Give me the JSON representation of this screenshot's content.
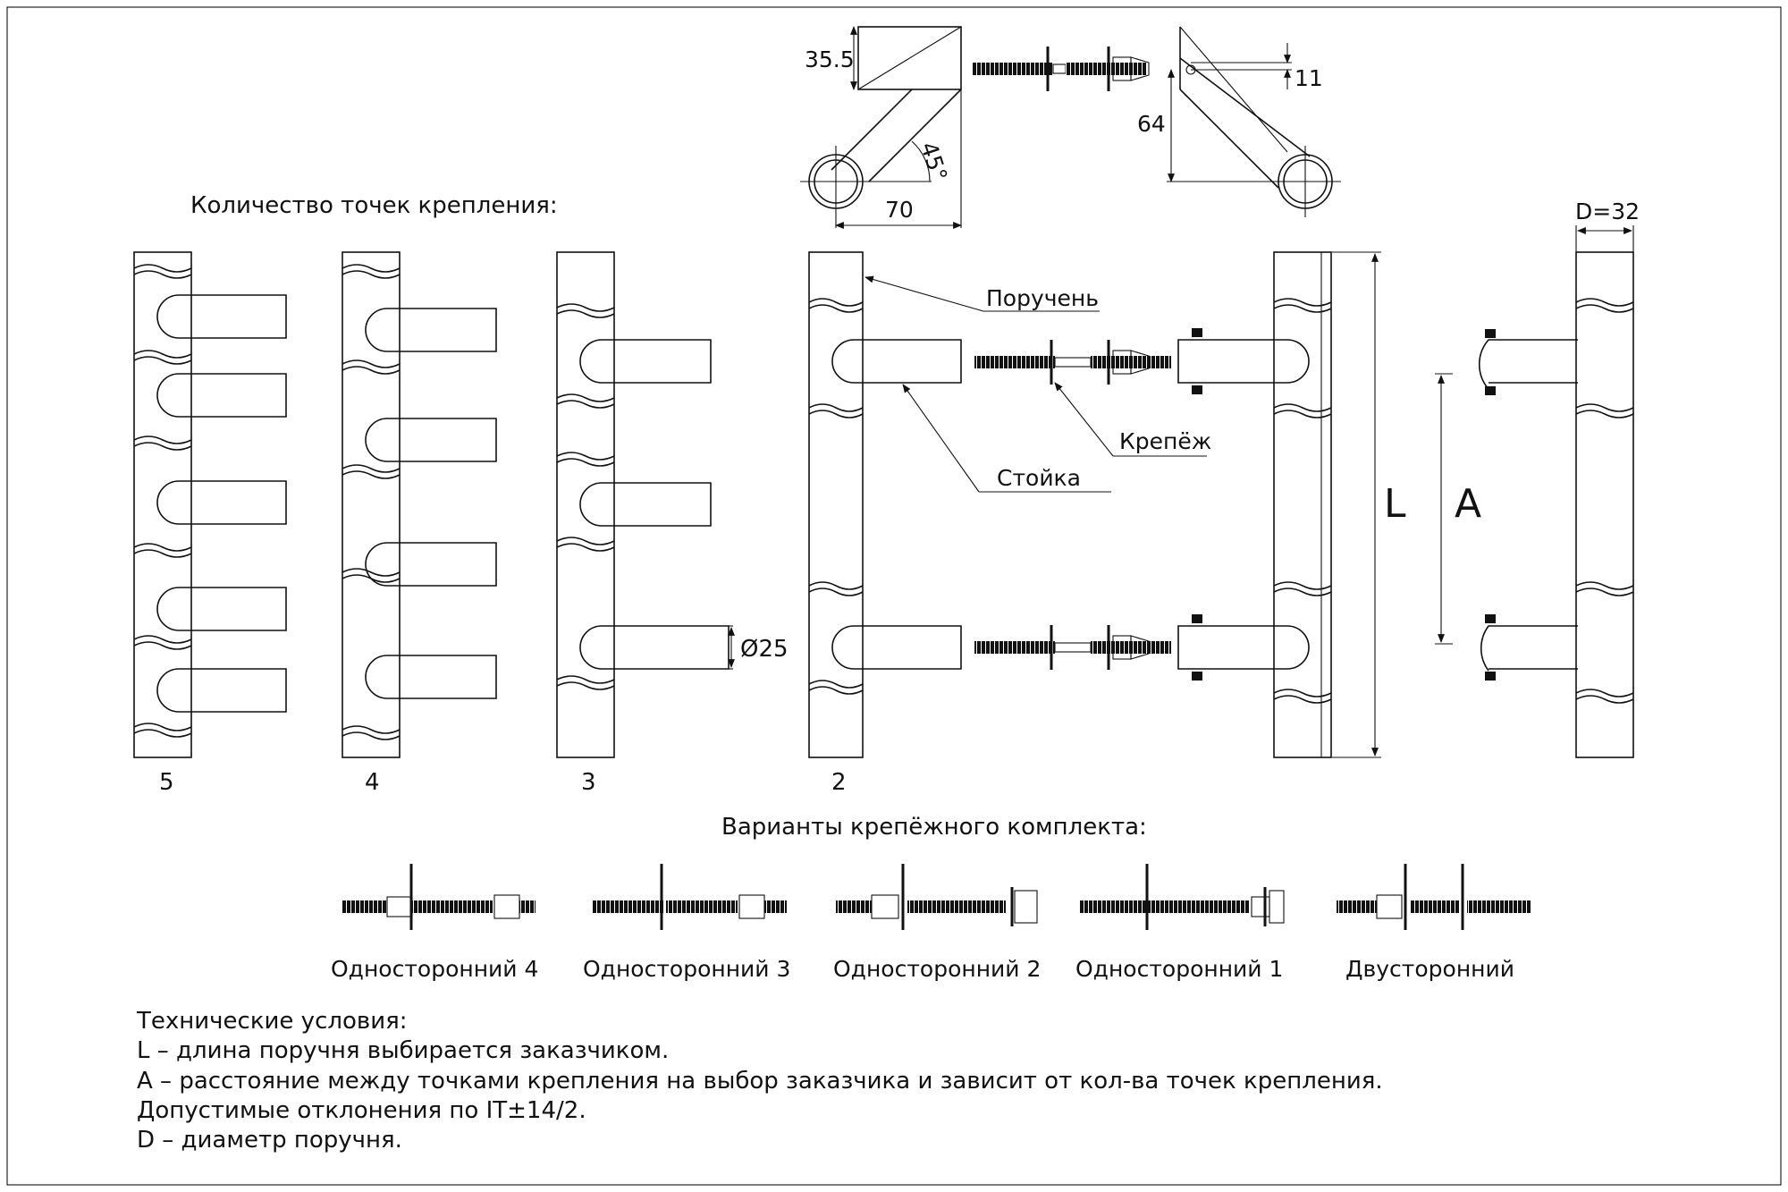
{
  "colors": {
    "ink": "#111111",
    "background": "#ffffff"
  },
  "dimensions": {
    "top_height": "35.5",
    "width": "70",
    "angle": "45°",
    "hole_offset": "11",
    "height": "64",
    "diameter_label": "D=32",
    "post_diameter": "Ø25",
    "length": "L",
    "spacing": "A"
  },
  "heading_mount_points": "Количество точек крепления:",
  "mount_counts": [
    "5",
    "4",
    "3",
    "2"
  ],
  "labels": {
    "handrail": "Поручень",
    "fastener": "Крепёж",
    "post": "Стойка"
  },
  "heading_kits": "Варианты крепёжного комплекта:",
  "kits": [
    "Односторонний 4",
    "Односторонний 3",
    "Односторонний 2",
    "Односторонний 1",
    "Двусторонний"
  ],
  "tech": {
    "title": "Технические условия:",
    "lines": [
      "L – длина поручня выбирается заказчиком.",
      "A – расстояние между точками крепления на выбор заказчика и зависит от кол-ва точек крепления.",
      "Допустимые отклонения по IT±14/2.",
      "D – диаметр поручня."
    ]
  }
}
